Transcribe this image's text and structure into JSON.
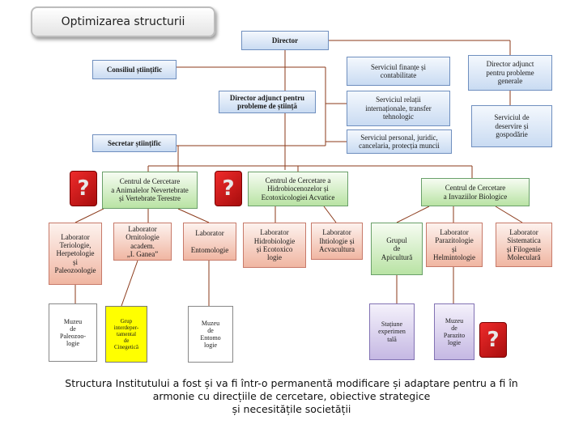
{
  "title": "Optimizarea structurii",
  "boxes": {
    "director": "Director",
    "consiliul": "Consiliul științific",
    "serv_finante": "Serviciul finanțe și\ncontabilitate",
    "director_adj_gen": "Director adjunct\npentru probleme\ngenerale",
    "director_adj_stiinta": "Director adjunct pentru\nprobleme de știință",
    "serv_relatii": "Serviciul relații\ninternaționale, transfer\ntehnologic",
    "serv_deservire": "Serviciul de\ndeservire și\ngospodărie",
    "secretar": "Secretar științific",
    "serv_personal": "Serviciul personal, juridic,\ncancelaria, protecția muncii",
    "centru_animale": "Centrul de Cercetare\na Animalelor Nevertebrate\nși Vertebrate Terestre",
    "centru_hidro": "Centrul de Cercetare a\nHidrobiocenozelor și\nEcotoxicologiei Acvatice",
    "centru_invazii": "Centrul de Cercetare\na Invaziilor Biologice",
    "lab_teriologie": "Laborator\nTeriologie,\nHerpetologie\nși\nPaleozoologie",
    "lab_ornitologie": "Laborator\nOrnitologie\nacadem.\n„I. Ganea”",
    "lab_entomologie": "Laborator\n\nEntomologie",
    "lab_hidrobiologie": "Laborator\nHidrobiologie\nși Ecotoxico\nlogie",
    "lab_ihtiologie": "Laborator\nIhtiologie și\nAcvacultura",
    "grupul_apicultura": "Grupul\nde\nApicultură",
    "lab_parazitologie": "Laborator\nParazitologie\nși\nHelmintologie",
    "lab_sistematica": "Laborator\nSistematica\nși Filogenie\nMoleculară",
    "muzeu_paleo": "Muzeu\nde\nPaleozoo-\nlogie",
    "grup_cinegetica": "Grup\ninterdeper-\ntamental\nde\nCinegetică",
    "muzeu_entomo": "Muzeu\nde\nEntomo\nlogie",
    "statiune": "Stațiune\nexperimen\ntală",
    "muzeu_parazito": "Muzeu\nde\nParazito\nlogie"
  },
  "question_mark": "?",
  "footer": "Structura Institutului a fost și va fi într-o permanentă modificare și adaptare pentru a fi în\narmonie cu direcțiile de cercetare, obiective strategice\nși necesitățile societății"
}
